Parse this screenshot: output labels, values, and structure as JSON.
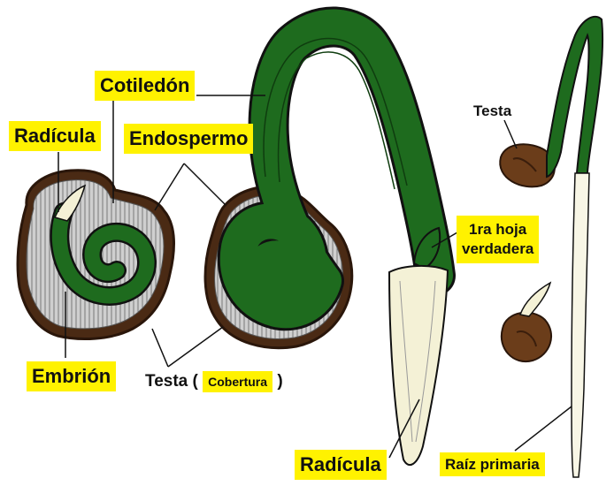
{
  "labels": {
    "cotiledon": "Cotiledón",
    "radicula_top": "Radícula",
    "endospermo": "Endospermo",
    "embrion": "Embrión",
    "testa_prefix": "Testa (",
    "cobertura": "Cobertura",
    "testa_suffix": ")",
    "testa_right": "Testa",
    "primera_hoja_1": "1ra hoja",
    "primera_hoja_2": "verdadera",
    "radicula_bottom": "Radícula",
    "raiz_primaria": "Raíz primaria"
  },
  "colors": {
    "label_bg": "#fff200",
    "embryo_green": "#1e6b1e",
    "endosperm_gray": "#c9c9c9",
    "seed_coat": "#4a2a14",
    "radicle_cream": "#f4f1d6",
    "outline": "#111111"
  }
}
